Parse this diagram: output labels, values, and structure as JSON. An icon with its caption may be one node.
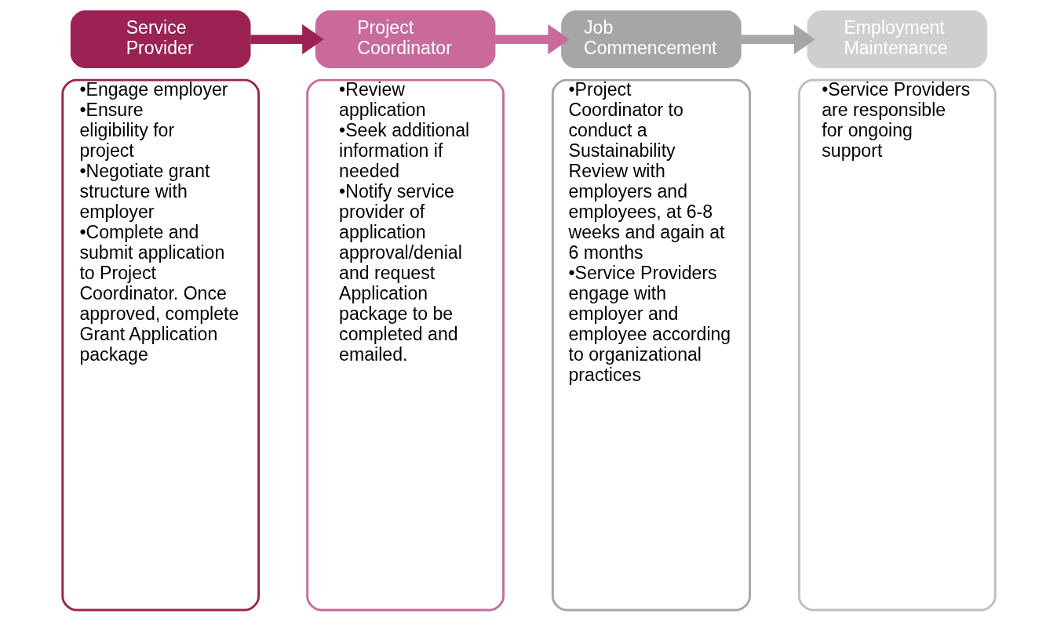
{
  "diagram": {
    "nodes": [
      {
        "text": [
          "Service Provider"
        ]
      },
      {
        "text": [
          "•Engage employer",
          "•Ensure eligibility for project",
          "•Negotiate grant structure with employer",
          "•Complete and submit application to Project Coordinator. Once approved, complete Grant Application package"
        ]
      },
      {
        "text": [
          "Project Coordinator"
        ]
      },
      {
        "text": [
          "•Review application",
          "•Seek additional information if needed",
          "•Notify service provider of application approval/denial and request Application package to be completed and emailed."
        ]
      },
      {
        "text": [
          "Job Commencement"
        ]
      },
      {
        "text": [
          "•Project Coordinator to conduct a Sustainability Review with employers and employees, at 6-8 weeks and again at 6 months",
          "•Service Providers engage with employer and employee according to organizational practices"
        ]
      },
      {
        "text": [
          "Employment Maintenance"
        ]
      },
      {
        "text": [
          "•Service Providers are responsible for ongoing support"
        ]
      }
    ],
    "edges": [
      {
        "from": 0,
        "to": 2,
        "arrow": "to",
        "color": "#9b2252"
      },
      {
        "from": 2,
        "to": 4,
        "arrow": "to",
        "color": "#c96a9a"
      },
      {
        "from": 4,
        "to": 6,
        "arrow": "to",
        "color": "#a6a6a6"
      }
    ]
  }
}
